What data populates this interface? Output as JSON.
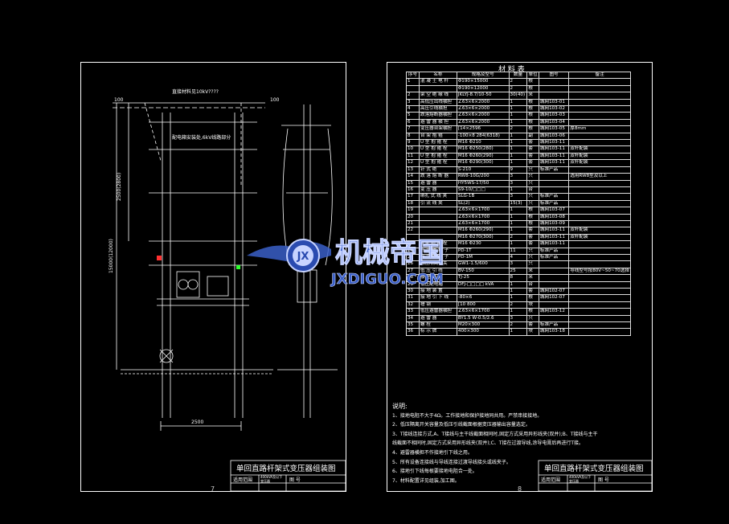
{
  "left_sheet": {
    "labels": {
      "feeder_line": "直接材料见10kV????",
      "elevation_100_left": "100",
      "elevation_100_right": "100",
      "dimension_2500": "2500",
      "range_label": "2500(2800)",
      "pole_height": "15000(12000)",
      "note_label": "配电箱安装处,6kV线路部分"
    },
    "title_block": {
      "title": "单回直路杆架式变压器组装图",
      "row_label_1": "适用范围",
      "row_value_1": "400kVA及以下变压器",
      "row_label_2": "图  号"
    },
    "page_number": "7"
  },
  "right_sheet": {
    "table_title": "材   料   表",
    "headers": [
      "序号",
      "名称",
      "规格及型号",
      "数量",
      "单位",
      "图号",
      "备注"
    ],
    "rows": [
      [
        "1",
        "混 凝 土 电 杆",
        "Φ190×15000",
        "2",
        "根",
        "",
        ""
      ],
      [
        "",
        "",
        "Φ190×12000",
        "2",
        "根",
        "",
        ""
      ],
      [
        "2",
        "架 空 绝 缘 线",
        "JKLYJ-8.7/10-50",
        "30(40)",
        "米",
        "",
        ""
      ],
      [
        "3",
        "高低压出线横担",
        "∠63×6×2000",
        "1",
        "根",
        "城网103-01",
        ""
      ],
      [
        "4",
        "高压引线横担",
        "∠63×6×2000",
        "1",
        "根",
        "城网103-02",
        ""
      ],
      [
        "5",
        "跌落熔断器横担",
        "∠63×6×2000",
        "1",
        "根",
        "城网103-03",
        ""
      ],
      [
        "6",
        "避 雷 器 横 担",
        "∠63×6×2000",
        "1",
        "根",
        "城网103-04",
        ""
      ],
      [
        "7",
        "变压器台架横担",
        "[14×2596",
        "2",
        "根",
        "城网103-05",
        "厚8mm"
      ],
      [
        "8",
        "台 架 抱 箍",
        "-100×8 284(6318)",
        "1",
        "副",
        "城网103-06",
        ""
      ],
      [
        "9",
        "U 型 抱 箍 栓",
        "M16  Φ210",
        "1",
        "套",
        "城网103-11",
        ""
      ],
      [
        "10",
        "U 型 抱 箍 栓",
        "M16  Φ250(280)",
        "1",
        "套",
        "城网103-11",
        "双杆配装"
      ],
      [
        "11",
        "U 型 抱 箍 栓",
        "M16  Φ260(290)",
        "1",
        "套",
        "城网103-11",
        "双杆配装"
      ],
      [
        "12",
        "U 型 抱 箍 栓",
        "M16  Φ290(300)",
        "1",
        "套",
        "城网103-11",
        "双杆配装"
      ],
      [
        "13",
        "针   式   绝",
        "S-210",
        "9",
        "只",
        "标准产品",
        ""
      ],
      [
        "14",
        "跌 落 熔 断 器",
        "RW8-10G/200",
        "3",
        "只",
        "",
        "选用RW8型及以上"
      ],
      [
        "15",
        "避   雷   器",
        "HY5WS-17/50",
        "3",
        "只",
        "",
        ""
      ],
      [
        "16",
        "变   压   器",
        "S9-10/□□□",
        "1",
        "台",
        "",
        ""
      ],
      [
        "17",
        "绑扎 式 线 夹",
        "SLG-1B",
        "3",
        "只",
        "标准产品",
        ""
      ],
      [
        "18",
        "引 流 线 夹",
        "SL(2)",
        "15(3)",
        "只",
        "标准产品",
        ""
      ],
      [
        "19",
        "",
        "∠63×6×1700",
        "1",
        "根",
        "城网103-07",
        ""
      ],
      [
        "20",
        "",
        "∠63×6×1700",
        "1",
        "根",
        "城网103-08",
        ""
      ],
      [
        "21",
        "",
        "∠63×6×1700",
        "1",
        "根",
        "城网103-09",
        ""
      ],
      [
        "22",
        "",
        "M16  Φ260(290)",
        "1",
        "套",
        "城网103-11",
        "双杆配装"
      ],
      [
        "",
        "",
        "M16  Φ270(300)",
        "2",
        "套",
        "城网103-11",
        "双杆配装"
      ],
      [
        "23",
        "U 型 抱 箍 栓",
        "M16  Φ230",
        "1",
        "套",
        "城网103-11",
        ""
      ],
      [
        "24",
        "针 式 绝 缘 子",
        "PD-1T",
        "11",
        "只",
        "标准产品",
        ""
      ],
      [
        "25",
        "针 式 绝 缘 子",
        "PD-1M",
        "4",
        "只",
        "标准产品",
        ""
      ],
      [
        "26",
        "低压隔离开关",
        "GW1-1.5/600",
        "3",
        "只",
        "",
        ""
      ],
      [
        "27",
        "低 压 引 线",
        "BV-150",
        "25",
        "米",
        "",
        "导线型号按80V~50~70选择"
      ],
      [
        "28",
        "接   地   线",
        "TJ-25",
        "8",
        "米",
        "",
        ""
      ],
      [
        "29",
        "低压配电箱",
        "DFJ-□□□□ kVA",
        "1",
        "台",
        "",
        ""
      ],
      [
        "30",
        "接 地 装 置",
        "",
        "1",
        "套",
        "城网102-07",
        ""
      ],
      [
        "31",
        "接 地 引 下 线",
        "-80×6",
        "1",
        "根",
        "城网102-07",
        ""
      ],
      [
        "32",
        "槽   钢",
        "[10   800",
        "2",
        "块",
        "",
        ""
      ],
      [
        "33",
        "低压避雷器横担",
        "∠63×6×1700",
        "1",
        "根",
        "城网103-12",
        ""
      ],
      [
        "34",
        "避   雷   器",
        "BY1.5 W-0.5/2.6",
        "3",
        "只",
        "",
        ""
      ],
      [
        "35",
        "螺   栓",
        "M20×300",
        "2",
        "套",
        "标准产品",
        ""
      ],
      [
        "36",
        "标   示   牌",
        "400×300",
        "1",
        "块",
        "城网103-18",
        ""
      ]
    ],
    "notes": {
      "title": "说明:",
      "items": [
        "1、接地电阻不大于4Ω。工作接地和保护接地同共用。严禁串接接地。",
        "2、低压隔离开关容量及低压引线截面根据变压器输出容量选定。",
        "3、T接线连接方式,A、T接线与主干线截面相同时,固定方式采用异形线夹(双并);B、T接线与主干",
        "    线截面不相同时,固定方式采用异形线夹(双并);C、T接在过渡导线,涂导电膏后再进行T接。",
        "4、避雷器横担不作接地引下线之用。",
        "5、所有设备连接线与导线连接过渡导线接头或线夹子。",
        "6、接地引下线每根要接地电阻合一处。",
        "7、材料配置详见组装,加工图。"
      ]
    },
    "title_block": {
      "title": "单回直路杆架式变压器组装图",
      "row_label_1": "适用范围",
      "row_value_1": "400kVA及以下变压器",
      "row_label_2": "图  号"
    },
    "page_number": "8"
  },
  "watermark": {
    "logo_text": "JX",
    "brand_name": "机械帝国",
    "domain": "JXDIGUO.COM"
  },
  "colors": {
    "background": "#000000",
    "lines": "#ffffff",
    "watermark_blue": "#3a5fc8",
    "watermark_light": "#c8d4ff",
    "accent_red": "#ff3030",
    "accent_green": "#30ff30"
  }
}
